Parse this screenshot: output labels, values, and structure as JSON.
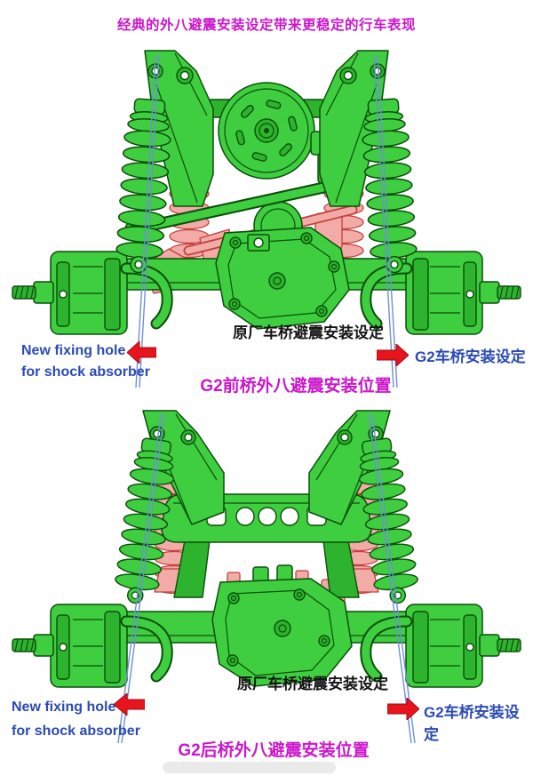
{
  "title": "经典的外八避震安装设定带来更稳定的行车表现",
  "colors": {
    "magenta_text": "#cb16cb",
    "blue_text": "#2b4bb5",
    "black_text": "#141414",
    "arrow_red": "#e8131d",
    "part_green": "#3fce3f",
    "part_green_dark": "#0a4f0a",
    "part_pink": "#f2aba7",
    "shock_line_blue": "#6f8fd8"
  },
  "sections": [
    {
      "name": "front-axle",
      "new_hole_line1": "New fixing hole",
      "new_hole_line2": "for shock absorber",
      "stock_label": "原厂车桥避震安装设定",
      "g2_label": "G2车桥安装设定",
      "caption": "G2前桥外八避震安装位置"
    },
    {
      "name": "rear-axle",
      "new_hole_line1": "New fixing hole",
      "new_hole_line2": "for shock absorber",
      "stock_label": "原厂车桥避震安装设定",
      "g2_label": "G2车桥安装设定",
      "caption": "G2后桥外八避震安装位置"
    }
  ]
}
